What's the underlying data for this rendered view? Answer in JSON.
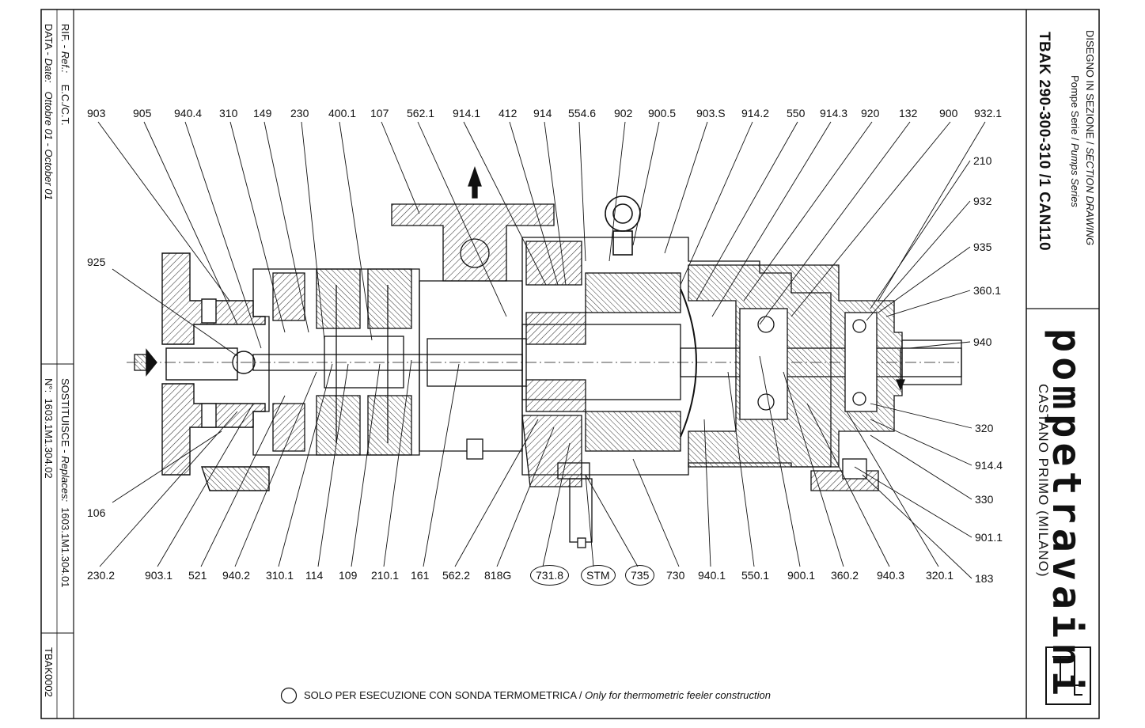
{
  "title_block": {
    "heading_it": "DISEGNO IN SEZIONE /",
    "heading_en": "SECTION DRAWING",
    "series_it": "Pompe Serie /",
    "series_en": "Pumps Series",
    "model": "TBAK 290-300-310 /1 CAN110",
    "brand": "pompetravaini",
    "location": "CASTANO PRIMO (MILANO)"
  },
  "left_block": {
    "ref_label_it": "RIF. -",
    "ref_label_en": "Ref.:",
    "ref_value": "E.C./C.T.",
    "date_label_it": "DATA -",
    "date_label_en": "Date:",
    "date_value": "Ottobre 01 - October 01",
    "replaces_label_it": "SOSTITUISCE -",
    "replaces_label_en": "Replaces:",
    "replaces_value": "1603.1M1.304.01",
    "number_label": "N°:",
    "number_value": "1603.1M1.304.02",
    "drawing_code": "TBAK0002"
  },
  "labels_top": [
    "903",
    "905",
    "940.4",
    "310",
    "149",
    "230",
    "400.1",
    "107",
    "562.1",
    "914.1",
    "412",
    "914",
    "554.6",
    "902",
    "900.5",
    "903.S",
    "914.2",
    "550",
    "914.3",
    "920",
    "132",
    "900",
    "932.1"
  ],
  "labels_left": [
    "925",
    "106"
  ],
  "labels_right": [
    "210",
    "932",
    "935",
    "360.1",
    "940",
    "320",
    "914.4",
    "330",
    "901.1",
    "183"
  ],
  "labels_bottom": [
    "230.2",
    "903.1",
    "521",
    "940.2",
    "310.1",
    "114",
    "109",
    "210.1",
    "161",
    "562.2",
    "818G",
    "731.8",
    "STM",
    "735",
    "730",
    "940.1",
    "550.1",
    "900.1",
    "360.2",
    "940.3",
    "320.1"
  ],
  "note": {
    "it": "SOLO PER ESECUZIONE CON SONDA TERMOMETRICA /",
    "en": "Only for thermometric feeler construction"
  }
}
